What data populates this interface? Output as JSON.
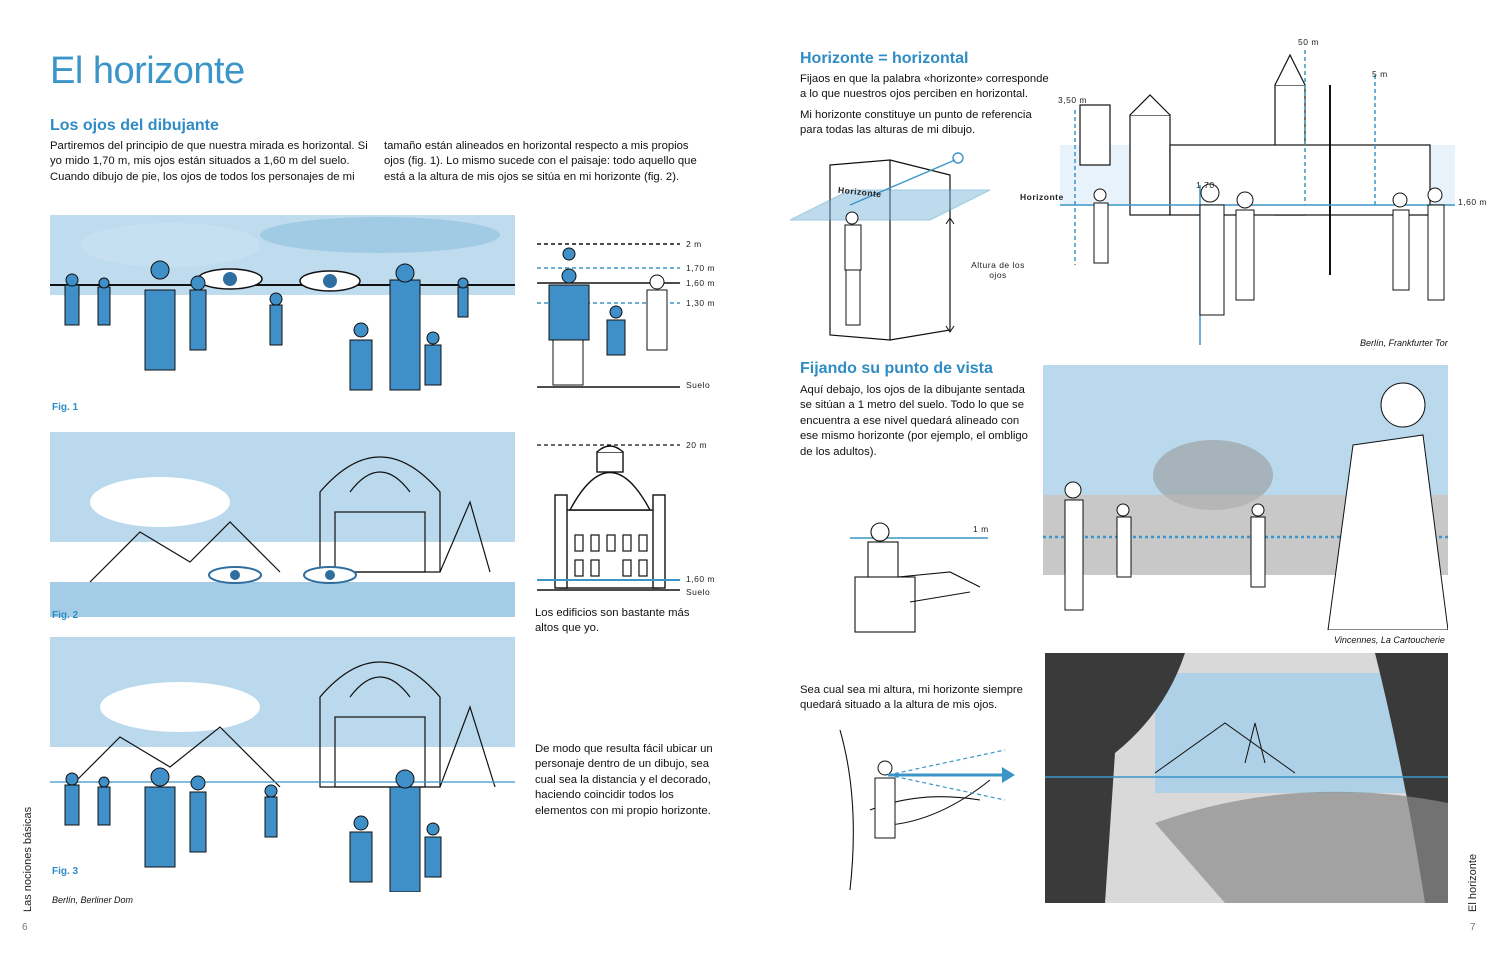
{
  "left": {
    "title": "El horizonte",
    "section_heading": "Los ojos del dibujante",
    "body_col1": "Partiremos del principio de que nuestra mirada es horizontal. Si yo mido 1,70 m, mis ojos están situados a 1,60 m del suelo. Cuando dibujo de pie, los ojos de todos los personajes de mi",
    "body_col2": "tamaño están alineados en horizontal respecto a mis propios ojos (fig. 1). Lo mismo sucede con el paisaje: todo aquello que está a la altura de mis ojos se sitúa en mi horizonte (fig. 2).",
    "fig1_label": "Fig. 1",
    "fig2_label": "Fig. 2",
    "fig3_label": "Fig. 3",
    "heights": [
      "2 m",
      "1,70 m",
      "1,60 m",
      "1,30 m"
    ],
    "ground_label": "Suelo",
    "building_heights": [
      "20 m",
      "1,60 m"
    ],
    "building_ground": "Suelo",
    "buildings_text": "Los edificios son bastante más altos que yo.",
    "conclusion_text": "De modo que resulta fácil ubicar un personaje dentro de un dibujo, sea cual sea la distancia y el decorado, haciendo coincidir todos los elementos con mi propio horizonte.",
    "caption_berlin_dom": "Berlín, Berliner Dom",
    "side_label": "Las nociones básicas",
    "page_number": "6"
  },
  "right": {
    "heading_horizontal": "Horizonte = horizontal",
    "para_horizontal_1": "Fijaos en que la palabra «horizonte» corresponde a lo que nuestros ojos perciben en horizontal.",
    "para_horizontal_2": "Mi horizonte constituye un punto de referencia para todas las alturas de mi dibujo.",
    "diagram_plane_label": "Horizonte",
    "diagram_eye_height": "Altura de los ojos",
    "street_heights": [
      "50 m",
      "5 m",
      "3,50 m",
      "1,70",
      "1,60 m"
    ],
    "street_horizon_label": "Horizonte",
    "caption_frankfurter": "Berlín, Frankfurter Tor",
    "heading_viewpoint": "Fijando su punto de vista",
    "para_viewpoint": "Aquí debajo, los ojos de la dibujante sentada se sitúan a 1 metro del suelo. Todo lo que se encuentra a ese nivel quedará alineado con ese mismo horizonte (por ejemplo, el ombligo de los adultos).",
    "seated_height": "1 m",
    "caption_vincennes": "Vincennes, La Cartoucherie",
    "para_height": "Sea cual sea mi altura, mi horizonte siempre quedará situado a la altura de mis ojos.",
    "side_label": "El horizonte",
    "page_number": "7"
  },
  "colors": {
    "accent": "#3b95c9",
    "wash": "#a9cfe8",
    "dark": "#3a3a3a"
  },
  "icons": [
    "eye-icon"
  ]
}
